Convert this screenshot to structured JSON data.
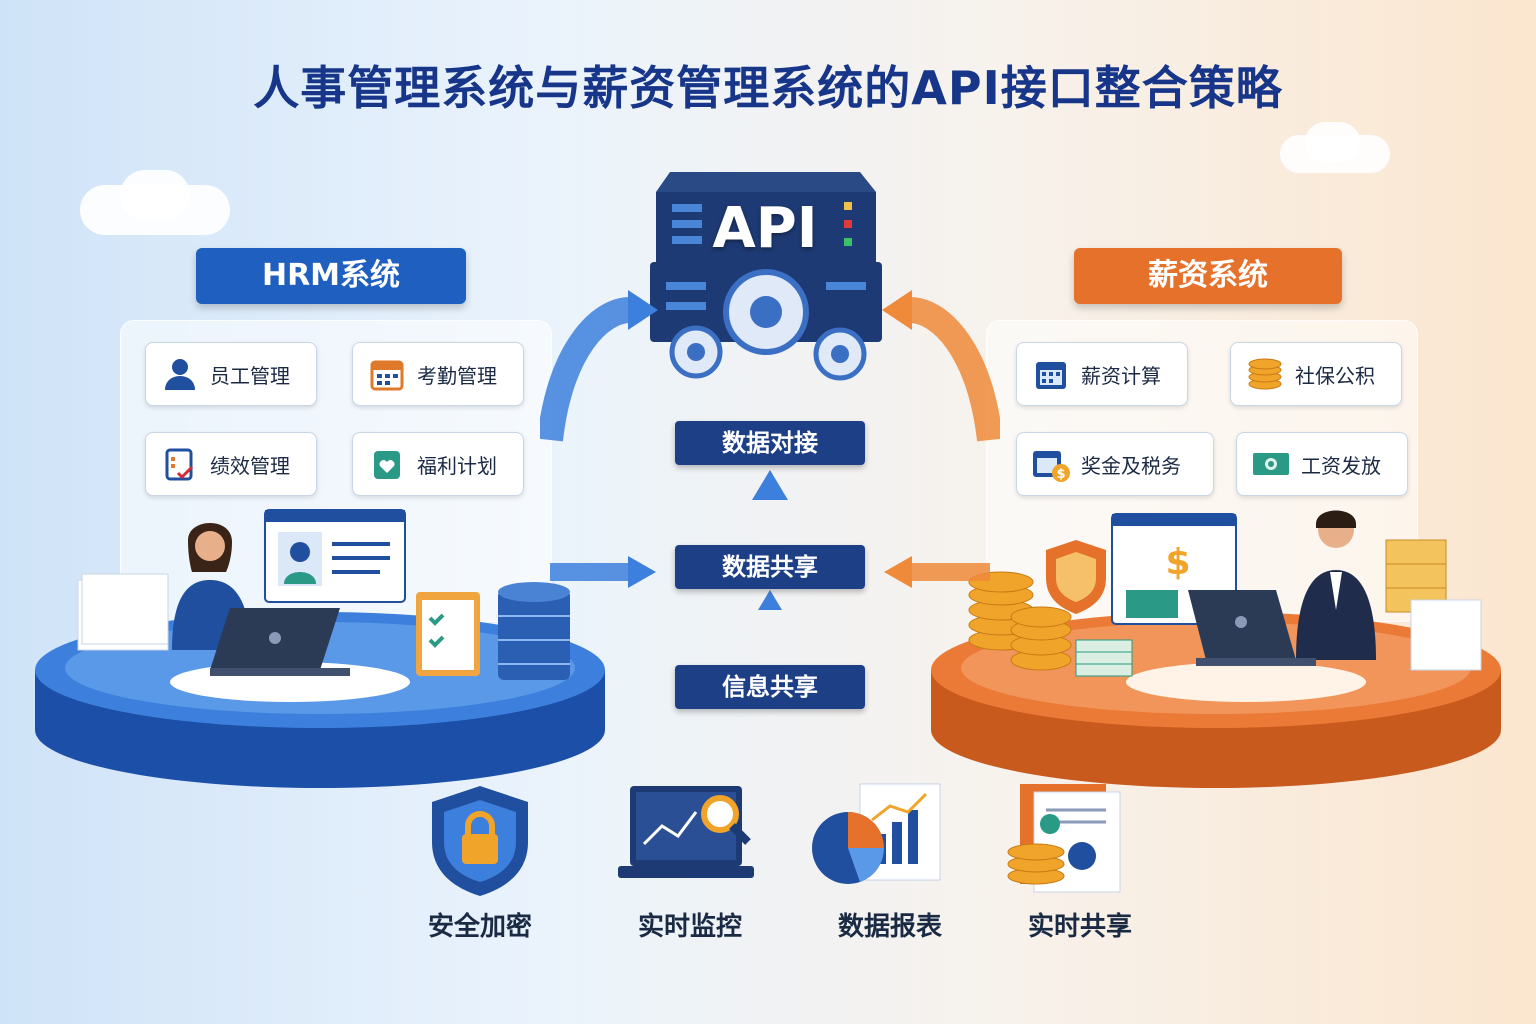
{
  "title": "人事管理系统与薪资管理系统的API接口整合策略",
  "center": {
    "api_label": "API",
    "flows": [
      "数据对接",
      "数据共享",
      "信息共享"
    ]
  },
  "hrm": {
    "label": "HRM系统",
    "modules": [
      {
        "label": "员工管理",
        "icon": "person-icon"
      },
      {
        "label": "考勤管理",
        "icon": "calendar-icon"
      },
      {
        "label": "绩效管理",
        "icon": "checklist-icon"
      },
      {
        "label": "福利计划",
        "icon": "heart-badge-icon"
      }
    ]
  },
  "payroll": {
    "label": "薪资系统",
    "modules": [
      {
        "label": "薪资计算",
        "icon": "calendar-grid-icon"
      },
      {
        "label": "社保公积",
        "icon": "coins-icon"
      },
      {
        "label": "奖金及税务",
        "icon": "calendar-dollar-icon"
      },
      {
        "label": "工资发放",
        "icon": "banknote-icon"
      }
    ]
  },
  "features": [
    {
      "label": "安全加密",
      "icon": "shield-lock-icon"
    },
    {
      "label": "实时监控",
      "icon": "laptop-analytics-icon"
    },
    {
      "label": "数据报表",
      "icon": "report-chart-icon"
    },
    {
      "label": "实时共享",
      "icon": "document-share-icon"
    }
  ],
  "colors": {
    "title": "#17368a",
    "hrm_blue": "#1f5fc0",
    "payroll_orange": "#e5712b",
    "flow_navy": "#1d3f86"
  }
}
